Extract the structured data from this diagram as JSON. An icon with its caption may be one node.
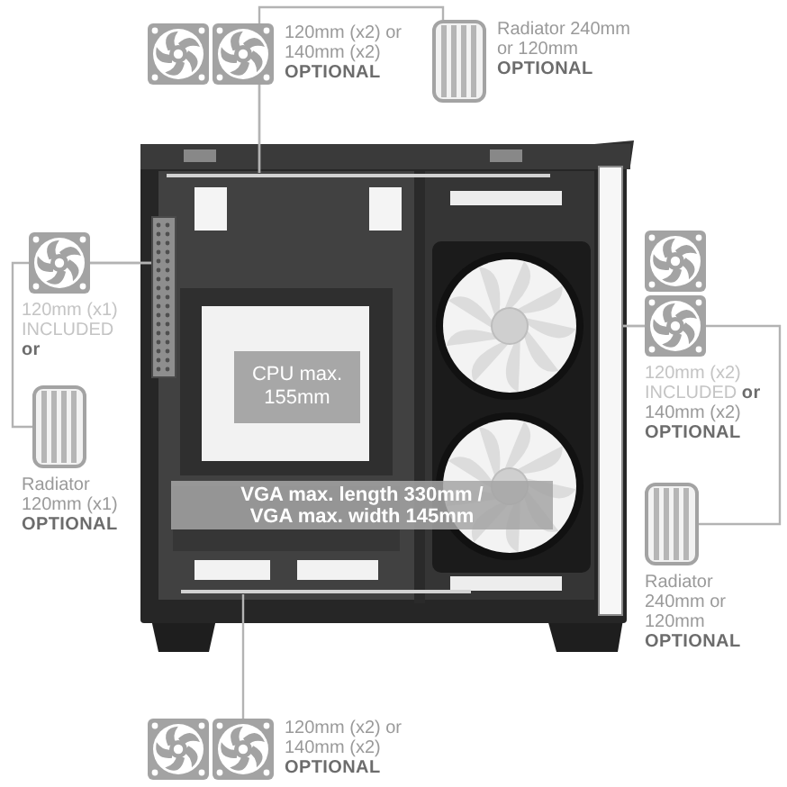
{
  "diagram": {
    "nodes": [
      {
        "text": [
          "120mm (x2) or 140mm (x2) **OPTIONAL**"
        ]
      },
      {
        "text": [
          "Radiator 240mm or 120mm **OPTIONAL**"
        ]
      },
      {
        "text": [],
        "shape": "bar"
      },
      {
        "text": [
          "120mm (x1) INCLUDED **or**"
        ]
      },
      {
        "text": [
          "Radiator 120mm (x1) **OPTIONAL**"
        ]
      },
      {
        "text": [],
        "shape": "bar"
      },
      {
        "text": [
          "CPU max. 155mm"
        ]
      },
      {
        "text": [
          "VGA max. length 330mm / VGA max. width 145mm"
        ]
      },
      {
        "text": [],
        "shape": "bar"
      },
      {
        "text": [
          "120mm (x2) INCLUDED **or**",
          "140mm (x2) **OPTIONAL**"
        ]
      },
      {
        "text": [
          "Radiator 240mm or 120mm **OPTIONAL**"
        ]
      },
      {
        "text": [],
        "shape": "bar"
      },
      {
        "text": [
          "120mm (x2) or 140mm (x2) **OPTIONAL**"
        ]
      }
    ],
    "edges": [
      {
        "from": 0,
        "to": 2,
        "arrow": "none"
      },
      {
        "from": 1,
        "to": 2,
        "arrow": "none"
      },
      {
        "from": 3,
        "to": 5,
        "arrow": "none"
      },
      {
        "from": 4,
        "to": 5,
        "arrow": "none"
      },
      {
        "from": 9,
        "to": 8,
        "arrow": "none"
      },
      {
        "from": 10,
        "to": 8,
        "arrow": "none"
      },
      {
        "from": 12,
        "to": 11,
        "arrow": "none"
      }
    ]
  }
}
